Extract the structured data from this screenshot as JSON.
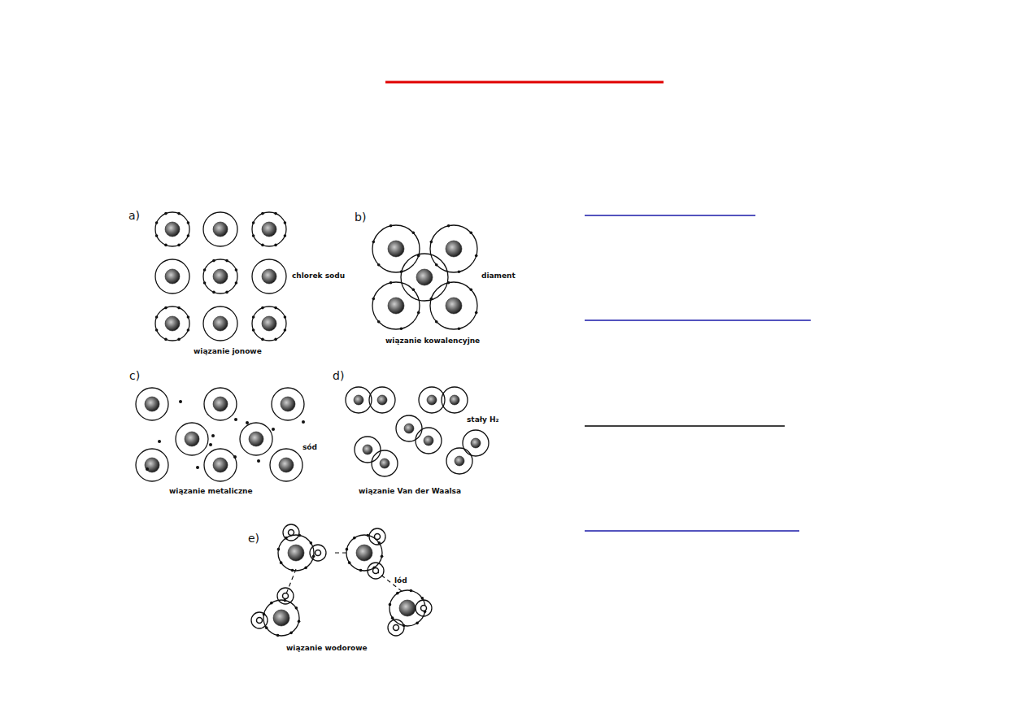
{
  "diagram": {
    "labels": [
      "a)",
      "b)",
      "chlorek sodu",
      "diament",
      "wiązanie jonowe",
      "wiązanie kowalencyjne",
      "c)",
      "d)",
      "sód",
      "stały H₂",
      "wiązanie metaliczne",
      "wiązanie Van der Waalsa",
      "e)",
      "lód",
      "wiązanie wodorowe"
    ]
  }
}
